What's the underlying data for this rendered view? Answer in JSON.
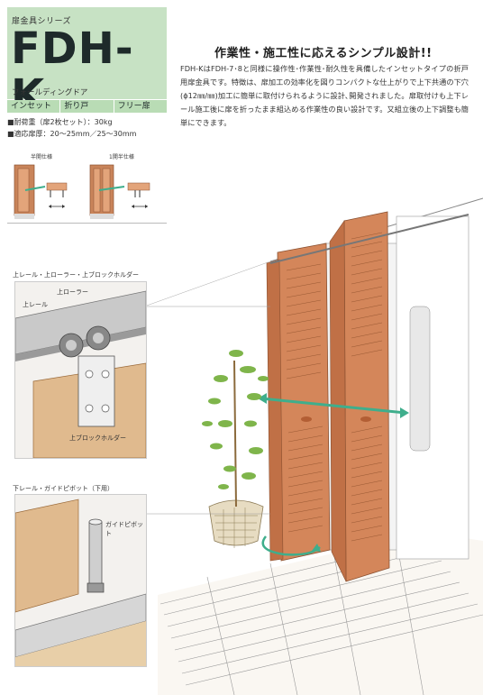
{
  "header": {
    "series": "扉金具シリーズ",
    "model": "FDH-K",
    "subname": "フォールディングドア"
  },
  "tags": [
    "インセット",
    "折り戸",
    "フリー扉"
  ],
  "specs": [
    "■耐荷重（扉2枚セット）：30kg",
    "■適応扉厚：20〜25mm／25〜30mm"
  ],
  "headline": "作業性・施工性に応えるシンプル設計!!",
  "body": "FDH-KはFDH-7･8と同様に操作性･作業性･耐久性を具備したインセットタイプの折戸用扉金具です。特徴は、扉加工の効率化を図りコンパクトな仕上がりで上下共通の下穴(ϕ12㎜/㎜)加工に簡単に取付けられるように設計､開発されました。扉取付けも上下レール施工後に扉を折ったまま組込める作業性の良い設計です。又組立後の上下調整も簡単にできます。",
  "diagrams": {
    "half_open": "半開仕様",
    "full_open": "1開半仕様"
  },
  "detail_top": {
    "title": "上レール・上ローラー・上ブロックホルダー",
    "rail": "上レール",
    "roller": "上ローラー",
    "holder": "上ブロックホルダー"
  },
  "detail_bottom": {
    "title": "下レール・ガイドピボット（下用）",
    "pivot": "ガイドピボット"
  },
  "colors": {
    "header_bg": "#c7e2c4",
    "tag_bg": "#b9dcb5",
    "wood": "#d4865a",
    "wood_dark": "#b86a40",
    "accent": "#3fae8c"
  }
}
